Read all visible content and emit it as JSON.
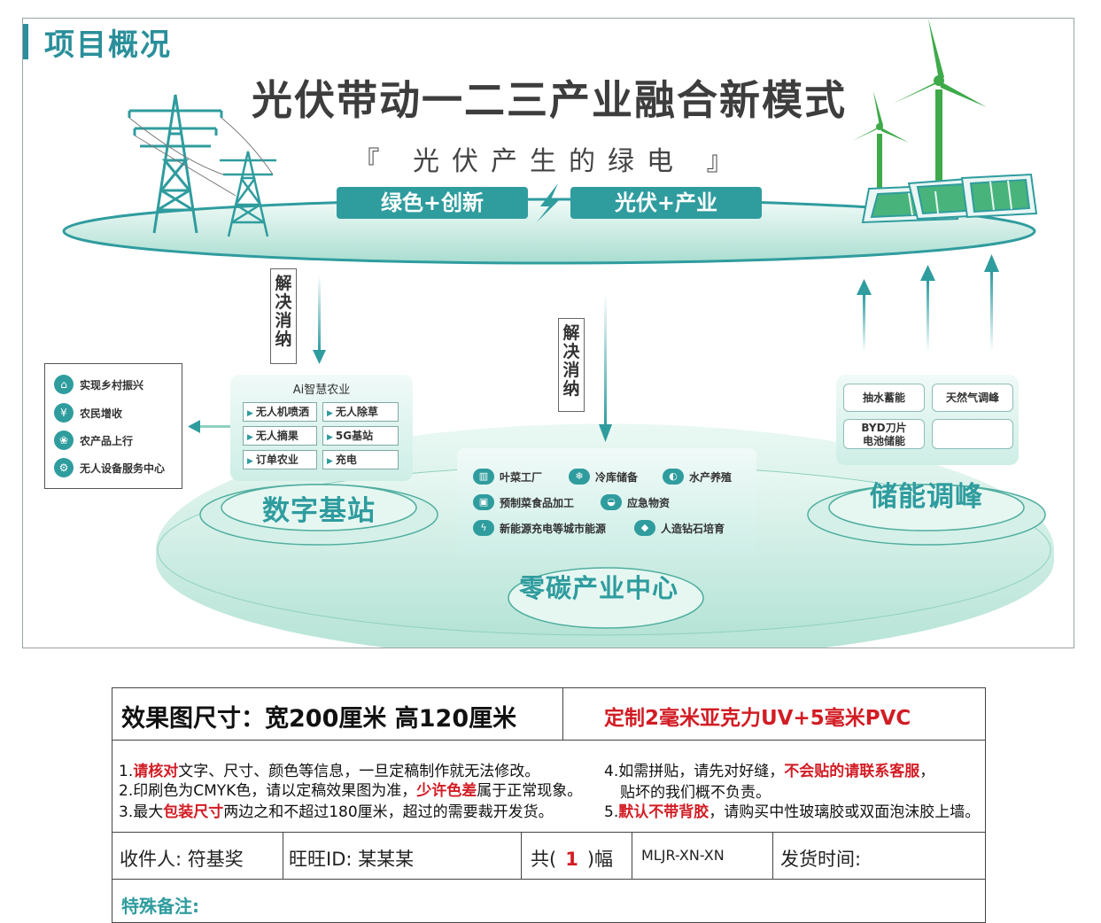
{
  "section_title": "项目概况",
  "main_title": "光伏带动一二三产业融合新模式",
  "subtitle": "『 光伏产生的绿电 』",
  "pills": {
    "left": "绿色+创新",
    "right": "光伏+产业"
  },
  "resolve_label_1": "解决消纳",
  "resolve_label_2": "解决消纳",
  "left_info": [
    {
      "label": "实现乡村振兴",
      "icon": "village-icon"
    },
    {
      "label": "农民增收",
      "icon": "income-icon"
    },
    {
      "label": "农产品上行",
      "icon": "produce-icon"
    },
    {
      "label": "无人设备服务中心",
      "icon": "robot-icon"
    }
  ],
  "ai_agri": {
    "title": "Ai智慧农业",
    "items": [
      "无人机喷洒",
      "无人除草",
      "无人摘果",
      "5G基站",
      "订单农业",
      "充电"
    ]
  },
  "digital_station": "数字基站",
  "zero_carbon": {
    "label": "零碳产业中心",
    "items": [
      {
        "label": "叶菜工厂",
        "icon": "factory-icon"
      },
      {
        "label": "冷库储备",
        "icon": "snowflake-icon"
      },
      {
        "label": "水产养殖",
        "icon": "fish-icon"
      },
      {
        "label": "预制菜食品加工",
        "icon": "box-icon"
      },
      {
        "label": "应急物资",
        "icon": "cloche-icon"
      },
      {
        "label": "新能源充电等城市能源",
        "icon": "bolt-icon"
      },
      {
        "label": "人造钻石培育",
        "icon": "diamond-icon"
      }
    ]
  },
  "storage": {
    "label": "储能调峰",
    "items": [
      "抽水蓄能",
      "天然气调峰",
      "BYD刀片",
      "电池储能",
      ""
    ]
  },
  "spec": {
    "size_text": "效果图尺寸：宽200厘米  高120厘米",
    "material": "定制2毫米亚克力UV+5毫米PVC",
    "notes_left": [
      [
        "1.",
        "请核对",
        "文字、尺寸、颜色等信息，一旦定稿制作就无法修改。"
      ],
      [
        "2.印刷色为CMYK色，请以定稿效果图为准，",
        "少许色差",
        "属于正常现象。"
      ],
      [
        "3.最大",
        "包装尺寸",
        "两边之和不超过180厘米，超过的需要裁开发货。"
      ]
    ],
    "notes_right": [
      [
        "4.如需拼贴，请先对好缝，",
        "不会贴的请联系客服",
        "，"
      ],
      [
        "",
        "",
        "贴坏的我们概不负责。"
      ],
      [
        "5.",
        "默认不带背胶",
        "，请购买中性玻璃胶或双面泡沫胶上墙。"
      ]
    ],
    "recipient_label": "收件人:",
    "recipient": "符基奖",
    "wangwang_label": "旺旺ID:",
    "wangwang": "某某某",
    "count_prefix": "共(",
    "count": "1",
    "count_suffix": ")幅",
    "code": "MLJR-XN-XN",
    "ship_label": "发货时间:",
    "remark_label": "特殊备注:"
  },
  "colors": {
    "teal": "#2f9c9e",
    "green": "#3eaa4a",
    "red": "#d21c24"
  }
}
